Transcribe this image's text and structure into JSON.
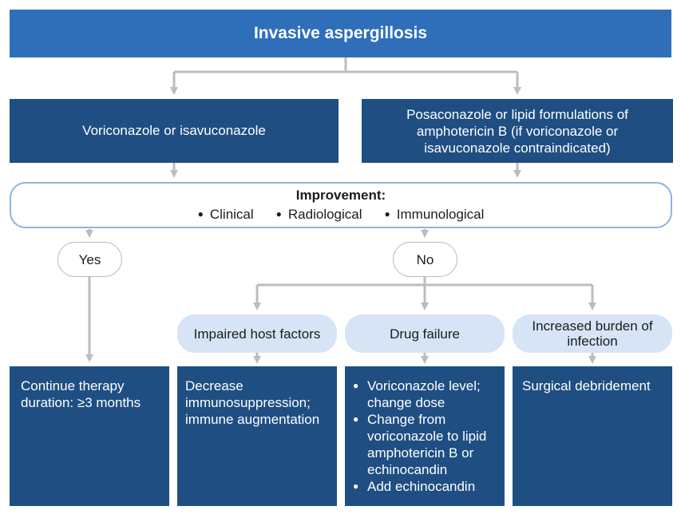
{
  "title": "Invasive aspergillosis",
  "first_line": {
    "primary": "Voriconazole or isavuconazole",
    "alternative": "Posaconazole or lipid formulations of amphotericin B (if voriconazole or isavuconazole contraindicated)"
  },
  "improvement": {
    "title": "Improvement:",
    "items": [
      "Clinical",
      "Radiological",
      "Immunological"
    ]
  },
  "decision": {
    "yes": "Yes",
    "no": "No"
  },
  "causes": [
    "Impaired host factors",
    "Drug failure",
    "Increased burden of infection"
  ],
  "actions": {
    "continue": "Continue therapy duration: ≥3 months",
    "host": "Decrease immunosuppression; immune augmentation",
    "drug": [
      "Voriconazole level; change dose",
      "Change from voriconazole to lipid amphotericin B or echinocandin",
      "Add echinocandin"
    ],
    "burden": "Surgical debridement"
  },
  "colors": {
    "dark_blue": "#1f4e82",
    "title_blue": "#2f6fba",
    "light_blue": "#d6e4f5",
    "connector": "#bdbdbd",
    "outline": "#8fb3de"
  }
}
